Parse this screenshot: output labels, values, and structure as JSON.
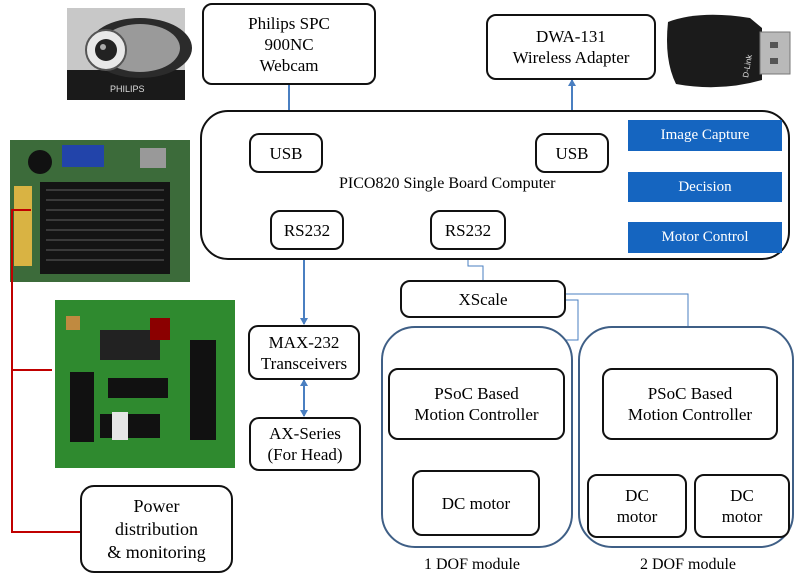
{
  "components": {
    "webcam": "Philips SPC\n900NC\nWebcam",
    "wireless_adapter": "DWA-131\nWireless Adapter",
    "usb_left": "USB",
    "usb_right": "USB",
    "computer_label": "PICO820 Single Board Computer",
    "rs232_left": "RS232",
    "rs232_right": "RS232",
    "xscale": "XScale",
    "max232": "MAX-232\nTransceivers",
    "ax_series": "AX-Series\n(For Head)",
    "psoc_left": "PSoC Based\nMotion Controller",
    "psoc_right": "PSoC Based\nMotion Controller",
    "dc_motor_single": "DC motor",
    "dc_motor_a": "DC\nmotor",
    "dc_motor_b": "DC\nmotor",
    "power": "Power\ndistribution\n& monitoring"
  },
  "flow": {
    "step1": "Image Capture",
    "step2": "Decision",
    "step3": "Motor Control"
  },
  "modules": {
    "one_dof": "1 DOF module",
    "two_dof": "2 DOF module"
  },
  "photos": {
    "webcam_logo": "PHILIPS",
    "adapter_logo": "D-Link"
  },
  "colors": {
    "arrow": "#4a7fc1",
    "flow_box": "#1565c0",
    "module_border": "#3f5f86",
    "power_line": "#c00000"
  }
}
